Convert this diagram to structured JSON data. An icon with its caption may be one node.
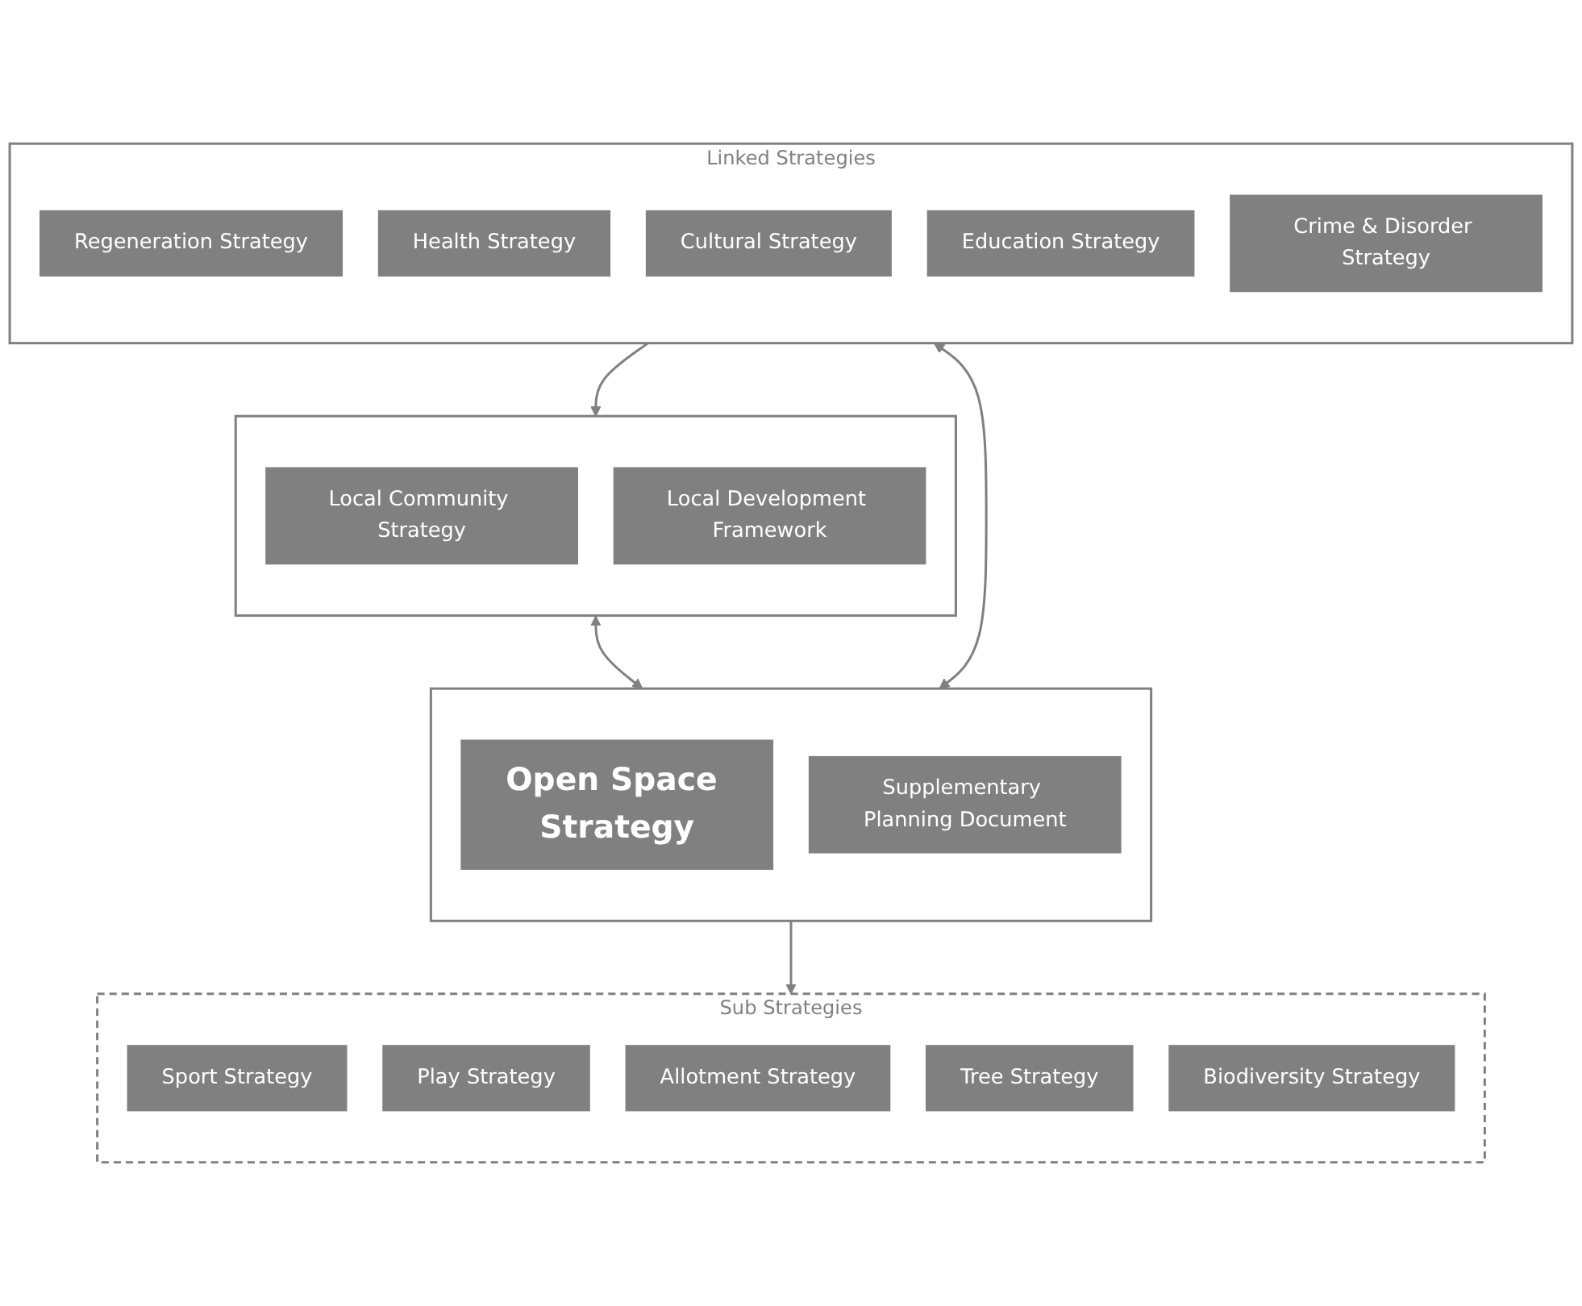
{
  "diagram": {
    "nodes": [
      {
        "text": [
          "Linked Strategies"
        ]
      },
      {
        "text": [
          "Regeneration Strategy"
        ],
        "in": 0
      },
      {
        "text": [
          "Health Strategy"
        ],
        "in": 0
      },
      {
        "text": [
          "Cultural Strategy"
        ],
        "in": 0
      },
      {
        "text": [
          "Education Strategy"
        ],
        "in": 0
      },
      {
        "text": [
          "Crime & Disorder Strategy"
        ],
        "in": 0
      },
      {
        "text": [],
        "shape": "box"
      },
      {
        "text": [
          "Local Community Strategy"
        ],
        "in": 6
      },
      {
        "text": [
          "Local Development Framework"
        ],
        "in": 6
      },
      {
        "text": [],
        "shape": "box"
      },
      {
        "text": [
          "Open Space Strategy"
        ],
        "in": 9
      },
      {
        "text": [
          "Supplementary Planning Document"
        ],
        "in": 9
      },
      {
        "text": [
          "Sub Strategies"
        ]
      },
      {
        "text": [
          "Sport Strategy"
        ],
        "in": 12
      },
      {
        "text": [
          "Play Strategy"
        ],
        "in": 12
      },
      {
        "text": [
          "Allotment Strategy"
        ],
        "in": 12
      },
      {
        "text": [
          "Tree Strategy"
        ],
        "in": 12
      },
      {
        "text": [
          "Biodiversity Strategy"
        ],
        "in": 12
      }
    ],
    "edges": [
      {
        "from": 0,
        "to": 6,
        "arrow": "to"
      },
      {
        "from": 6,
        "to": 9,
        "arrow": "both"
      },
      {
        "from": 0,
        "to": 9,
        "arrow": "both"
      },
      {
        "from": 9,
        "to": 12,
        "arrow": "to"
      }
    ]
  }
}
